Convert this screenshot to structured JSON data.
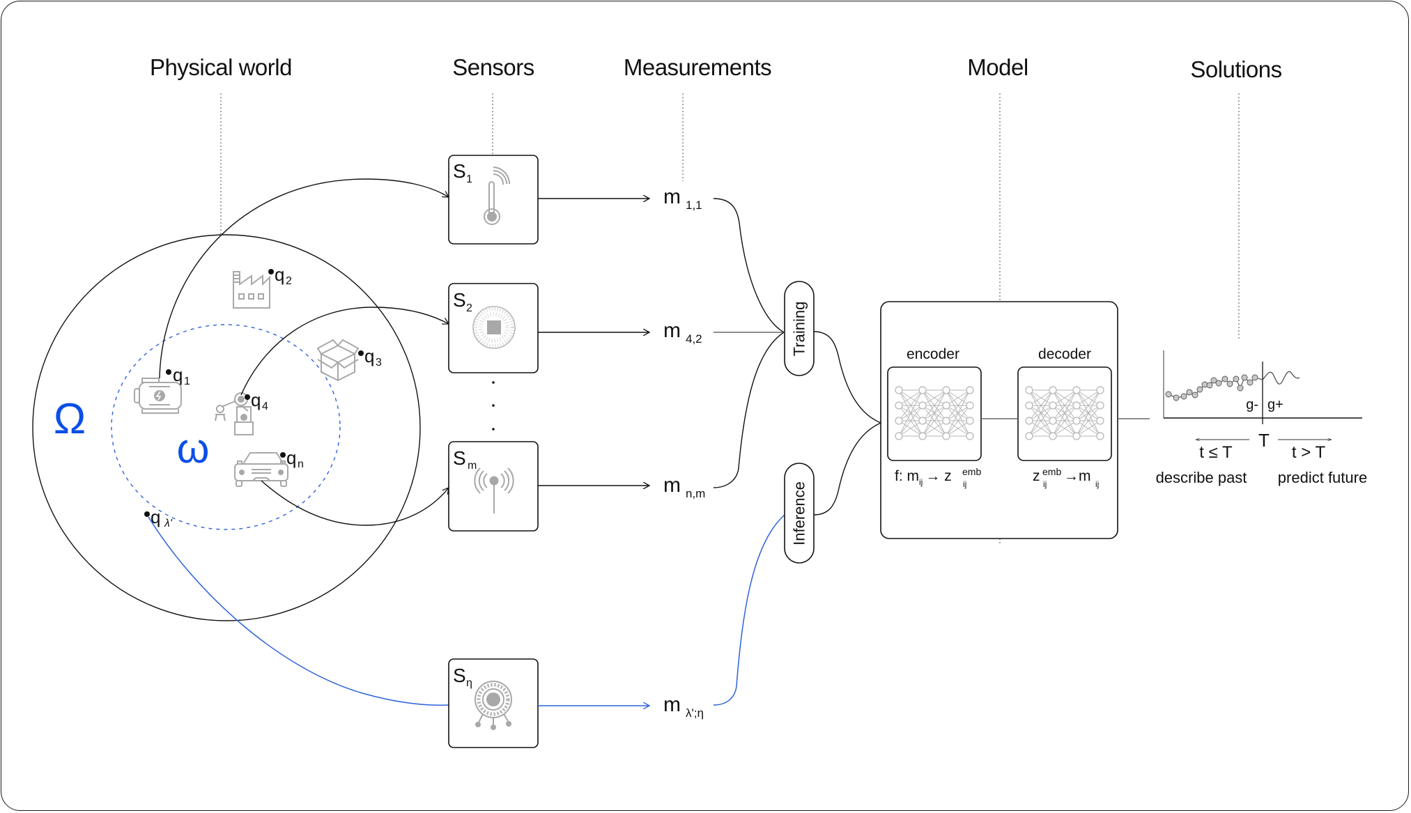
{
  "headers": {
    "physical_world": "Physical world",
    "sensors": "Sensors",
    "measurements": "Measurements",
    "model": "Model",
    "solutions": "Solutions"
  },
  "physical_world": {
    "omega_big": "Ω",
    "omega_small": "ω",
    "accent_color": "#0b4ee8",
    "points": [
      {
        "name": "q",
        "sub": "1",
        "icon": "motor-icon"
      },
      {
        "name": "q",
        "sub": "2",
        "icon": "factory-icon"
      },
      {
        "name": "q",
        "sub": "3",
        "icon": "box-icon"
      },
      {
        "name": "q",
        "sub": "4",
        "icon": "robot-arm-icon"
      },
      {
        "name": "q",
        "sub": "n",
        "icon": "car-icon"
      },
      {
        "name": "q",
        "sub": "λ'",
        "icon": ""
      }
    ]
  },
  "sensors": [
    {
      "name": "S",
      "sub": "1",
      "icon": "thermometer-icon"
    },
    {
      "name": "S",
      "sub": "2",
      "icon": "chip-sensor-icon"
    },
    {
      "name": "S",
      "sub": "m",
      "icon": "antenna-icon"
    },
    {
      "name": "S",
      "sub": "η",
      "icon": "dial-sensor-icon"
    }
  ],
  "ellipsis": "·",
  "measurements": [
    {
      "name": "m",
      "sub": "1,1"
    },
    {
      "name": "m",
      "sub": "4,2"
    },
    {
      "name": "m",
      "sub": "n,m"
    },
    {
      "name": "m",
      "sub": "λ';η"
    }
  ],
  "phases": {
    "training": "Training",
    "inference": "Inference"
  },
  "model": {
    "encoder_label": "encoder",
    "decoder_label": "decoder",
    "encoder_formula": {
      "prefix": "f: m",
      "sub1": "ij",
      "arrow": "→ z",
      "sub2": "ij",
      "sup": "emb"
    },
    "decoder_formula": {
      "z": "z",
      "sub1": "ij",
      "sup": "emb",
      "arrow": "→m",
      "sub2": "ij"
    }
  },
  "solutions": {
    "g_minus": "g-",
    "g_plus": "g+",
    "T": "T",
    "past_cond": "t ≤ T",
    "future_cond": "t > T",
    "past_label": "describe past",
    "future_label": "predict future"
  },
  "colors": {
    "inference_path": "#2d62d8",
    "icon_gray": "#a8a8a8"
  }
}
